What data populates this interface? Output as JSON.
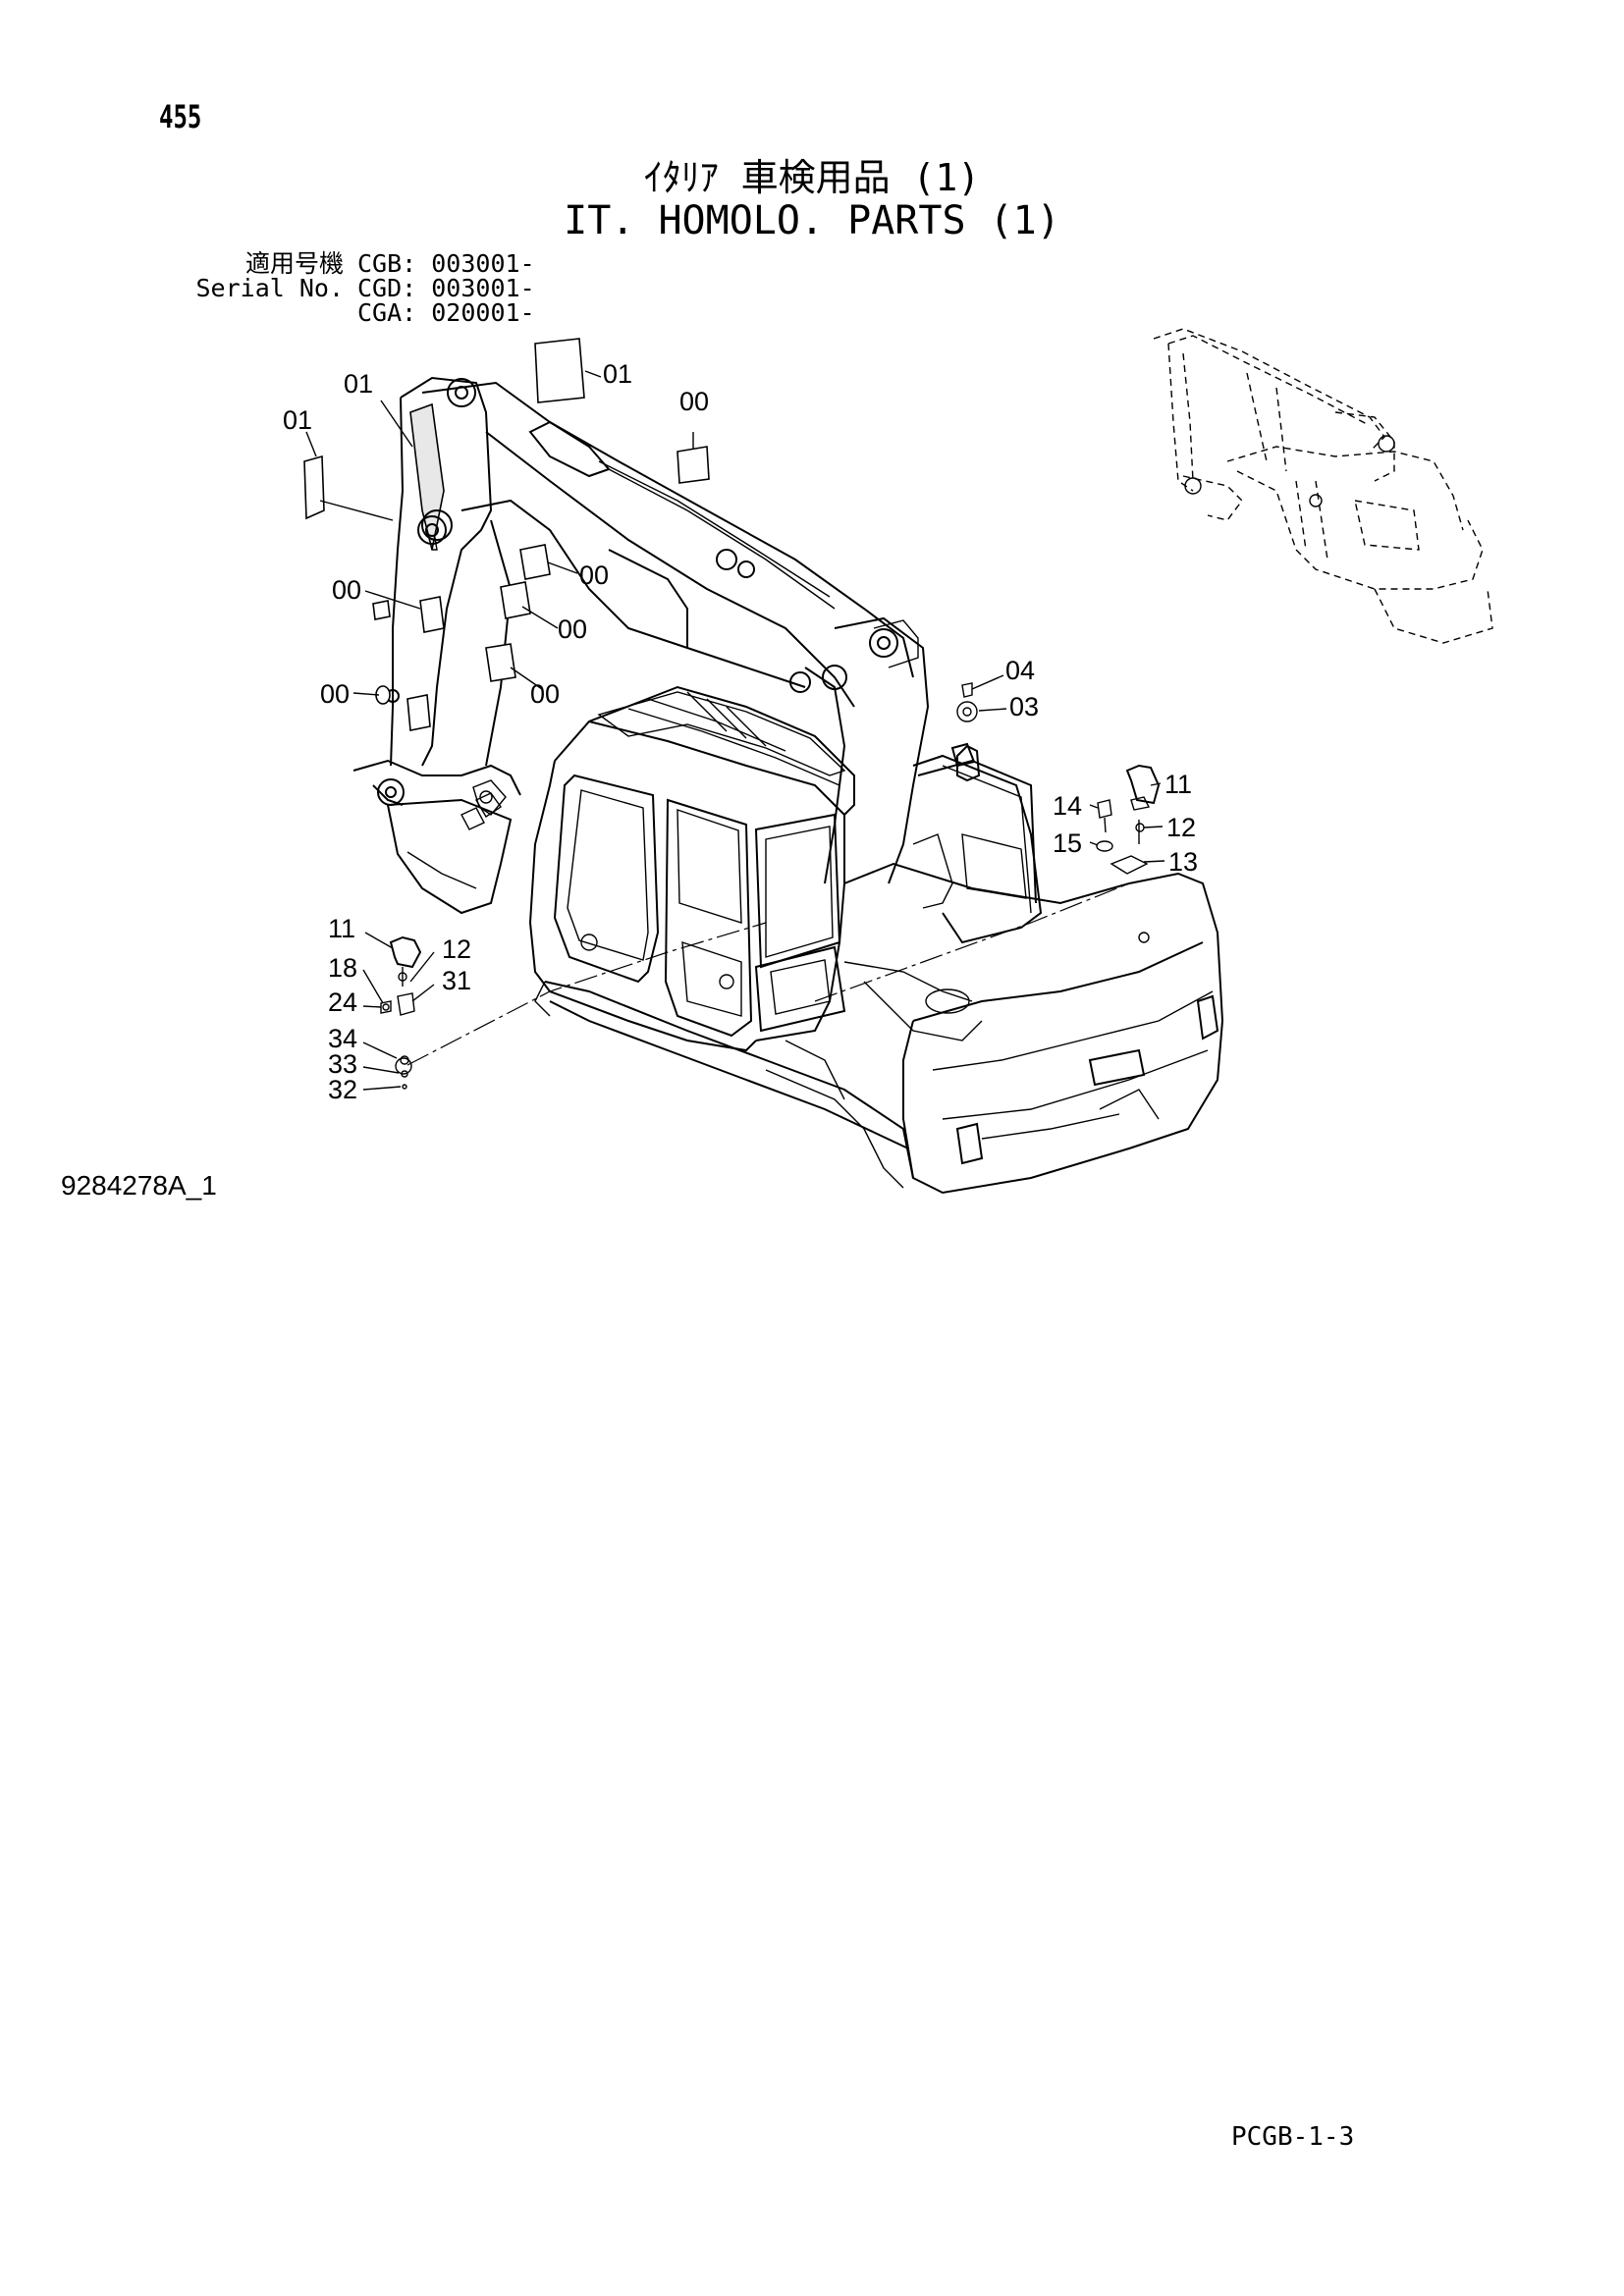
{
  "page": {
    "number": "455",
    "title_jp": "ｲﾀﾘｱ 車検用品 (1)",
    "title_en": "IT. HOMOLO. PARTS (1)",
    "serial": {
      "label_jp": "適用号機",
      "label_en": "Serial No.",
      "rows": [
        {
          "code": "CGB: 003001-"
        },
        {
          "code": "CGD: 003001-"
        },
        {
          "code": "CGA: 020001-"
        }
      ]
    },
    "figure_id": "9284278A_1",
    "page_code": "PCGB-1-3"
  },
  "callouts": {
    "c01_top": "01",
    "c01_arm": "01",
    "c01_left": "01",
    "c00_top": "00",
    "c00_boom_a": "00",
    "c00_left_a": "00",
    "c00_boom_b": "00",
    "c00_left_b": "00",
    "c00_boom_c": "00",
    "c04": "04",
    "c03": "03",
    "c11_right": "11",
    "c14": "14",
    "c12_right": "12",
    "c15": "15",
    "c13": "13",
    "c11_left": "11",
    "c12_left": "12",
    "c18": "18",
    "c31": "31",
    "c24": "24",
    "c34": "34",
    "c33": "33",
    "c32": "32"
  }
}
